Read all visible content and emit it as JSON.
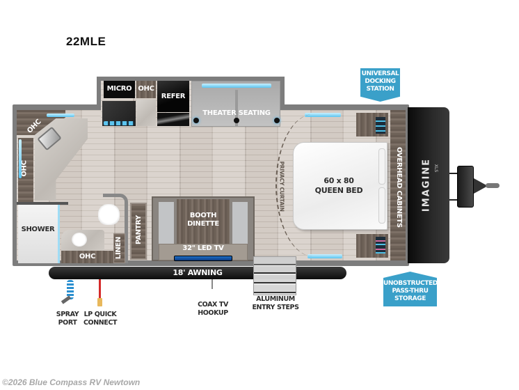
{
  "model": "22MLE",
  "rooms": {
    "micro": "MICRO",
    "ohc_kitchen": "OHC",
    "refer": "REFER",
    "theater_seating": "THEATER SEATING",
    "ohc_corner": "OHC",
    "ohc_left": "OHC",
    "shower": "SHOWER",
    "ohc_bath": "OHC",
    "linen": "LINEN",
    "pantry": "PANTRY",
    "booth_dinette": "BOOTH\nDINETTE",
    "led_tv": "32\" LED TV",
    "privacy_curtain": "PRIVACY CURTAIN",
    "queen_bed": "60 x 80\nQUEEN BED",
    "overhead_cabinets": "OVERHEAD CABINETS",
    "awning": "18' AWNING",
    "brand": "IMAGINE",
    "brand_sub": "XLS"
  },
  "badges": {
    "docking": "UNIVERSAL\nDOCKING\nSTATION",
    "storage": "UNOBSTRUCTED\nPASS-THRU\nSTORAGE"
  },
  "callouts": {
    "spray_port": "SPRAY\nPORT",
    "lp_quick_connect": "LP QUICK\nCONNECT",
    "coax": "COAX TV\nHOOKUP",
    "steps": "ALUMINUM\nENTRY STEPS"
  },
  "colors": {
    "badge_blue": "#3aa0c9",
    "led_blue": "#5cc4ef",
    "lp_red": "#d42a2a",
    "hose_blue": "#2a8fd0"
  },
  "footer": "©2026 Blue Compass RV Newtown"
}
